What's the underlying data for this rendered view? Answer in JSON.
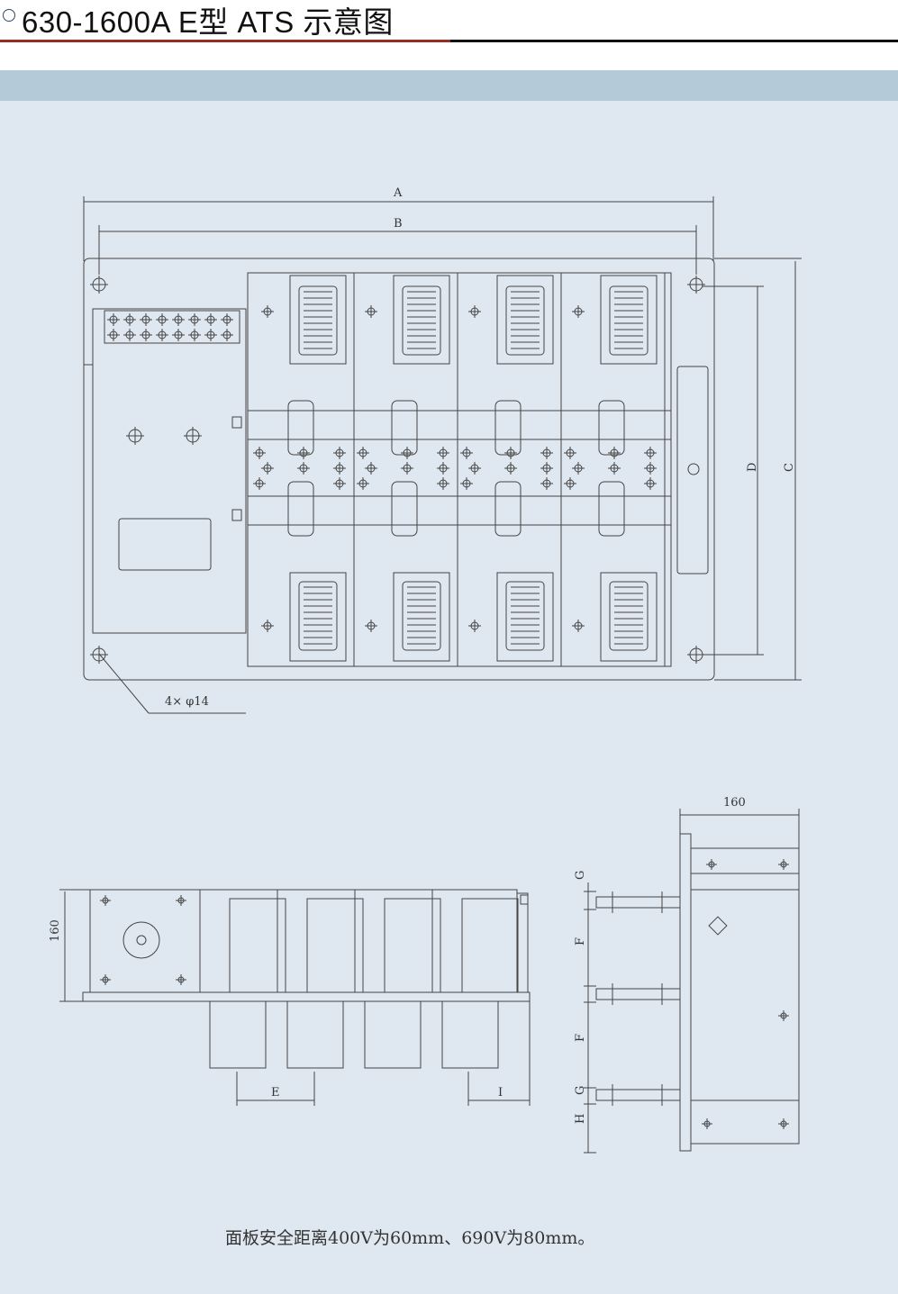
{
  "header": {
    "title": "630-1600A E型 ATS 示意图"
  },
  "front_view": {
    "dim_a": "A",
    "dim_b": "B",
    "dim_c": "C",
    "dim_d": "D",
    "hole_note": "4× φ14"
  },
  "side_view": {
    "dim_height": "160",
    "dim_e": "E",
    "dim_i": "I"
  },
  "end_view": {
    "dim_width": "160",
    "dim_g1": "G",
    "dim_f1": "F",
    "dim_f2": "F",
    "dim_g2": "G",
    "dim_h": "H"
  },
  "caption": "面板安全距离400V为60mm、690V为80mm。",
  "colors": {
    "background": "#dfe8f0",
    "band": "#b4cad9",
    "accent_line": "#9b2a24"
  }
}
